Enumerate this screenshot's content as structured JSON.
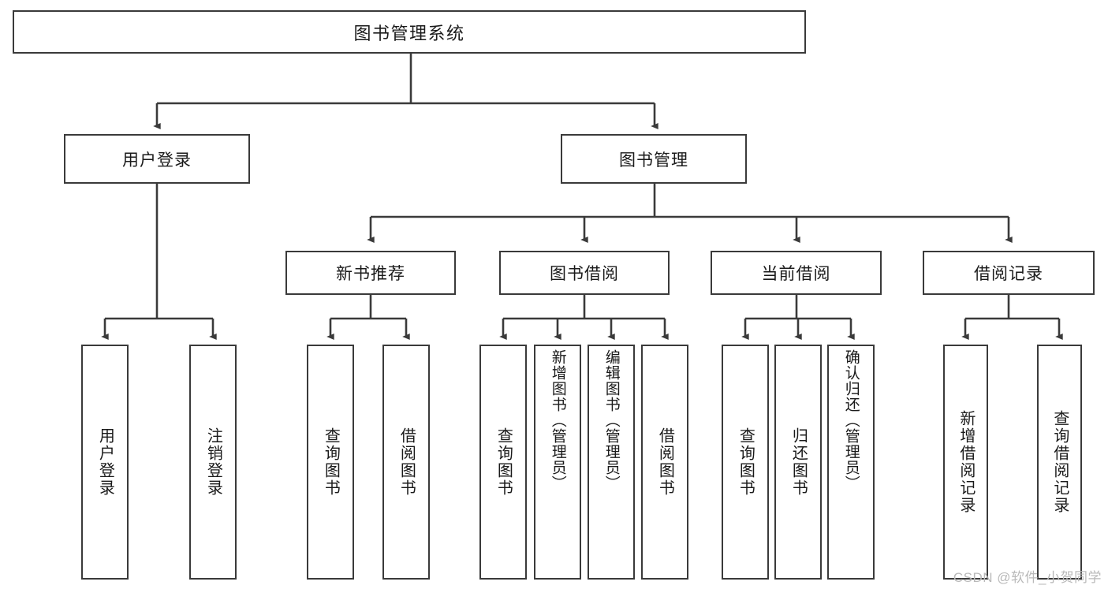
{
  "diagram": {
    "type": "hierarchy-tree",
    "title": "图书管理系统功能结构图",
    "colors": {
      "box_border": "#3a3a3a",
      "box_fill": "#ffffff",
      "line": "#3a3a3a",
      "text": "#1a1a1a",
      "watermark": "#b9b9b9"
    },
    "root": {
      "label": "图书管理系统"
    },
    "level2": [
      {
        "label": "用户登录"
      },
      {
        "label": "图书管理"
      }
    ],
    "level3": [
      {
        "label": "新书推荐"
      },
      {
        "label": "图书借阅"
      },
      {
        "label": "当前借阅"
      },
      {
        "label": "借阅记录"
      }
    ],
    "leaves": {
      "user_login": [
        {
          "label": "用户登录"
        },
        {
          "label": "注销登录"
        }
      ],
      "new_book_recommend": [
        {
          "label": "查询图书"
        },
        {
          "label": "借阅图书"
        }
      ],
      "book_borrow": [
        {
          "label": "查询图书"
        },
        {
          "label": "新增图书（管理员）"
        },
        {
          "label": "编辑图书（管理员）"
        },
        {
          "label": "借阅图书"
        }
      ],
      "current_borrow": [
        {
          "label": "查询图书"
        },
        {
          "label": "归还图书"
        },
        {
          "label": "确认归还（管理员）"
        }
      ],
      "borrow_record": [
        {
          "label": "新增借阅记录"
        },
        {
          "label": "查询借阅记录"
        }
      ]
    }
  },
  "watermark": {
    "text": "CSDN @软件_小贺同学"
  }
}
